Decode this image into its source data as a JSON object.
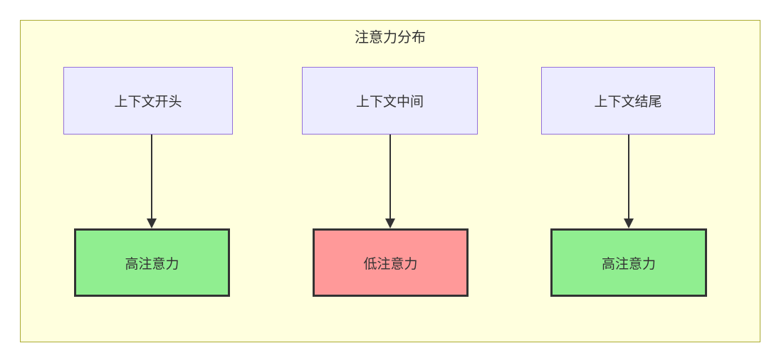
{
  "diagram": {
    "title": "注意力分布",
    "columns": [
      {
        "source": "上下文开头",
        "target": "高注意力",
        "attention": "high"
      },
      {
        "source": "上下文中间",
        "target": "低注意力",
        "attention": "low"
      },
      {
        "source": "上下文结尾",
        "target": "高注意力",
        "attention": "high"
      }
    ],
    "colors": {
      "container_background": "#ffffde",
      "container_border": "#aaaa33",
      "source_node_fill": "#ececff",
      "source_node_border": "#9370db",
      "high_attention_fill": "#90ee90",
      "low_attention_fill": "#ff9999",
      "target_node_border": "#333333",
      "text": "#333333",
      "arrow": "#333333"
    }
  }
}
